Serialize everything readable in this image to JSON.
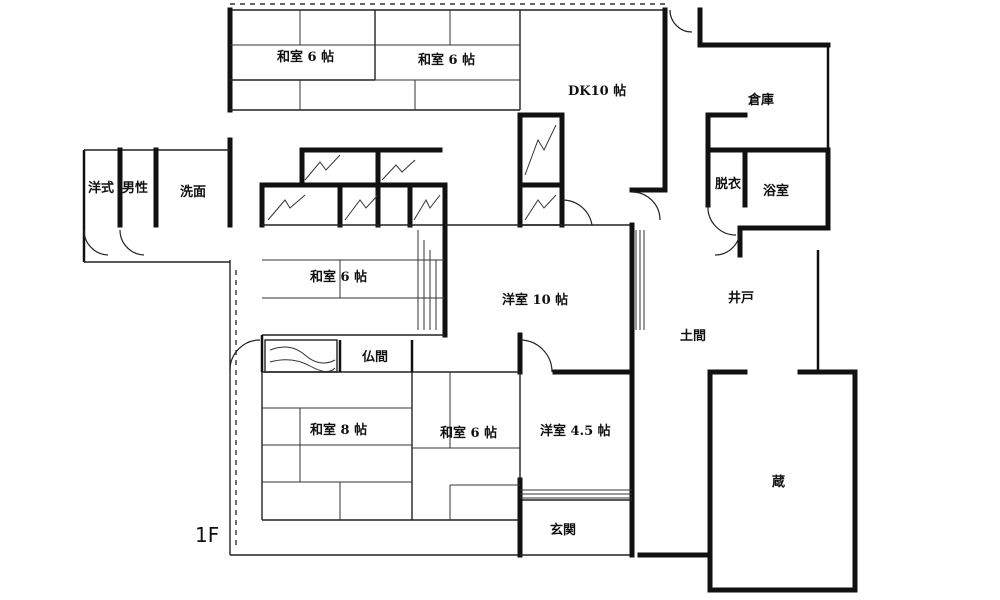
{
  "floor": "1F",
  "rooms": {
    "washitsu_6_nw": "和室 6 帖",
    "washitsu_6_n": "和室 6 帖",
    "dk": "DK10 帖",
    "souko": "倉庫",
    "datsui": "脱衣",
    "yokushitsu": "浴室",
    "yoshiki": "洋式",
    "dansei": "男性",
    "senmen": "洗面",
    "washitsu_6_mid": "和室 6 帖",
    "yoshitsu_10": "洋室 10 帖",
    "ido": "井戸",
    "doma": "土間",
    "butsuma": "仏間",
    "washitsu_8": "和室 8 帖",
    "washitsu_6_s": "和室 6 帖",
    "yoshitsu_45": "洋室 4.5 帖",
    "kura": "蔵",
    "genkan": "玄関"
  }
}
